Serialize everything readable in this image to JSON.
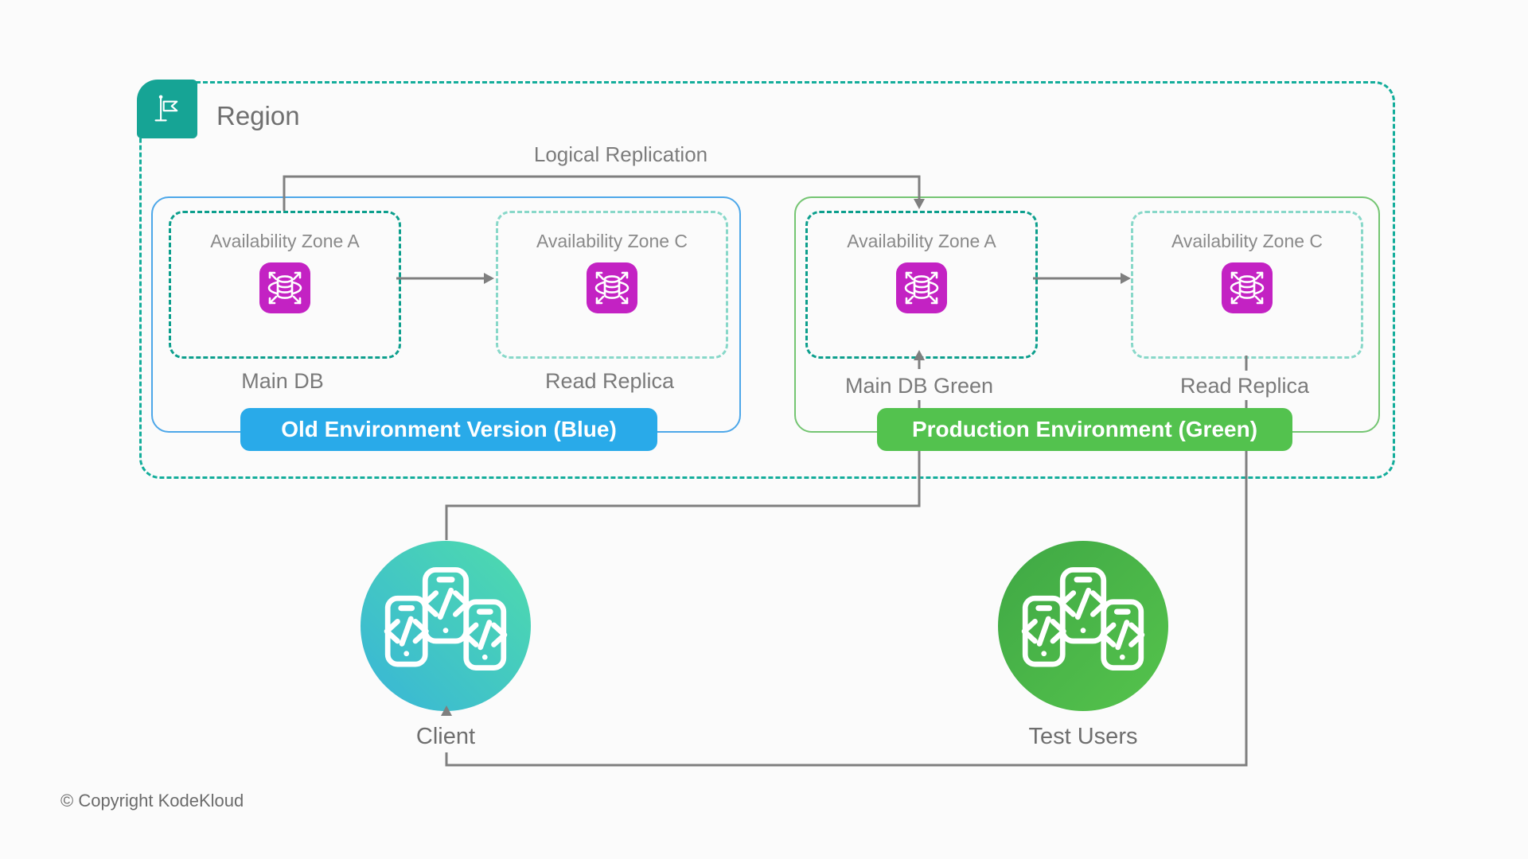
{
  "diagram": {
    "region_label": "Region",
    "replication_label": "Logical Replication",
    "environments": {
      "blue": {
        "badge": "Old Environment Version (Blue)",
        "zone_a": {
          "label": "Availability Zone A",
          "caption": "Main DB"
        },
        "zone_c": {
          "label": "Availability Zone C",
          "caption": "Read Replica"
        }
      },
      "green": {
        "badge": "Production Environment (Green)",
        "zone_a": {
          "label": "Availability Zone A",
          "caption": "Main DB Green"
        },
        "zone_c": {
          "label": "Availability Zone C",
          "caption": "Read Replica"
        }
      }
    },
    "actors": {
      "client": {
        "label": "Client"
      },
      "test_users": {
        "label": "Test Users"
      }
    },
    "footer": {
      "copyright": "© Copyright KodeKloud"
    }
  },
  "icons": {
    "region": "flag-icon",
    "zones": "database-scaling-icon",
    "actors": "mobile-devices-code-icon"
  },
  "colors": {
    "background": "#fbfbfb",
    "region_border": "#14ad9b",
    "flag_bg": "#16a495",
    "blue_env_border": "#4da7e9",
    "green_env_border": "#74c572",
    "zone_dash_dark": "#0d9f8d",
    "zone_dash_light": "#88d8c9",
    "db_icon_bg": "#c322c3",
    "badge_blue": "#29aae9",
    "badge_green": "#53c24e",
    "client_gradient": [
      "#38b5d8",
      "#4fdcab"
    ],
    "test_users_gradient": [
      "#3fa845",
      "#55c34c"
    ],
    "connector": "#7f7f7f",
    "text_gray": "#7a7a7a"
  }
}
